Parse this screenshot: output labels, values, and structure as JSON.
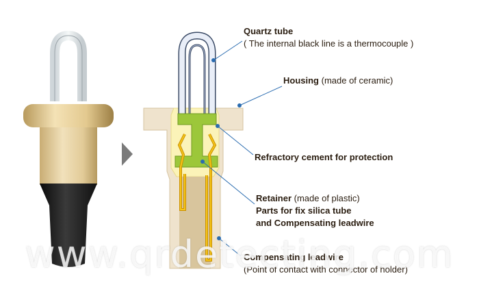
{
  "labels": {
    "quartz": {
      "bold": "Quartz tube",
      "sub": "( The internal black line is a thermocouple )"
    },
    "housing": {
      "bold": "Housing",
      "normal": " (made of ceramic)"
    },
    "cement": {
      "bold": "Refractory cement for protection"
    },
    "retainer": {
      "bold": "Retainer",
      "normal": " (made of plastic)",
      "line2": "Parts for fix silica tube",
      "line3": "and Compensating leadwire"
    },
    "leadwire": {
      "bold": "Compensating leadwire",
      "sub": "(Point of contact with connector of holder)"
    }
  },
  "watermark": "www.qrdetecting.com",
  "colors": {
    "leader": "#2a6cb0",
    "housing": "#efe3cd",
    "cement": "#fbf3b8",
    "retainer": "#9cc73a",
    "wire": "#e8b400",
    "tube": "#a8b8d8",
    "text": "#2a1d10"
  }
}
